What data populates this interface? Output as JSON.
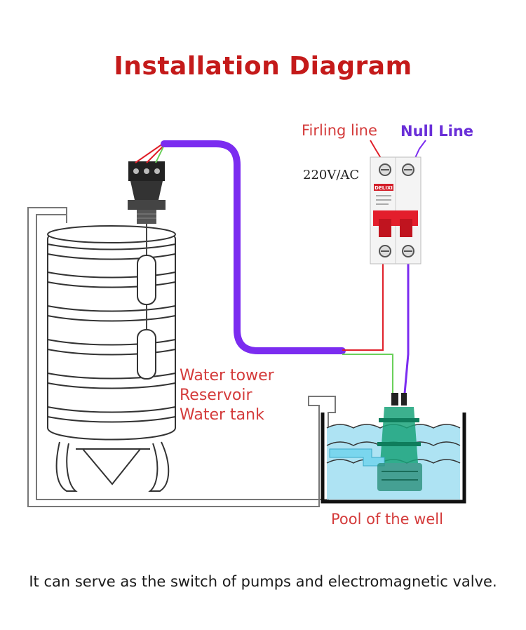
{
  "title": "Installation Diagram",
  "breaker": {
    "firing_label": "Firling line",
    "null_label": "Null Line",
    "voltage": "220V/AC",
    "brand": "DELIXI"
  },
  "tank_labels": [
    "Water tower",
    "Reservoir",
    "Water tank"
  ],
  "pool_label": "Pool of the well",
  "caption": "It can serve as the switch of pumps and electromagnetic valve.",
  "colors": {
    "title": "#c41a1a",
    "label_red": "#d43b3b",
    "null_purple": "#6a2fd8",
    "cable_purple": "#7b2cf0",
    "wire_red": "#e0202a",
    "wire_green": "#6ad05a",
    "water": "#aee3f3",
    "pump_green": "#1aa37a"
  }
}
